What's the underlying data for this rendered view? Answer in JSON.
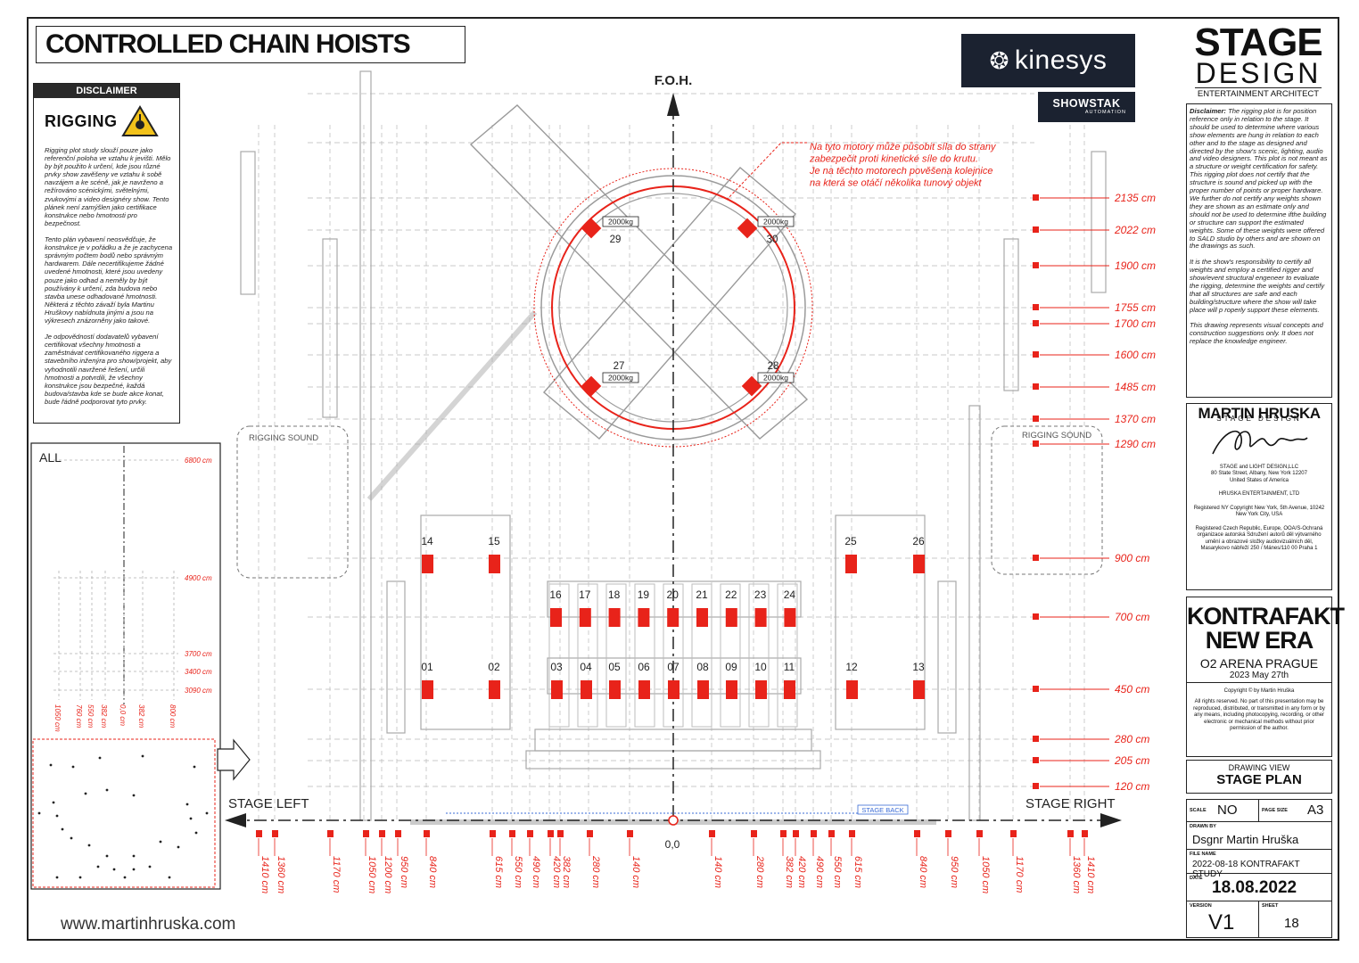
{
  "title": "CONTROLLED CHAIN HOISTS",
  "disclaimer": {
    "header": "DISCLAIMER",
    "rigging_label": "RIGGING",
    "text": "Rigging plot study slouží pouze jako referenční poloha ve vztahu k jevišti. Mělo by být použito k určení, kde jsou různé prvky show zavěšeny ve vztahu k sobě navzájem a ke scéně, jak je navrženo a režírováno scénickými, světelnými, zvukovými a video designéry show. Tento plánek není zamýšlen jako certifikace konstrukce nebo hmotnosti pro bezpečnost.\n\nTento plán vybavení neosvědčuje, že konstrukce je v pořádku a že je zachycena správným počtem bodů nebo správným hardwarem. Dále necertifikujeme žádné uvedené hmotnosti, které jsou uvedeny pouze jako odhad a neměly by být používány k určení, zda budova nebo stavba unese odhadované hmotnosti. Některá z těchto závaží byla Martinu Hruškovy nabídnuta jinými a jsou na výkresech znázorněny jako takové.\n\nJe odpovědností dodavatelů vybavení certifikovat všechny hmotnosti a zaměstnávat certifikovaného riggera a stavebního inženýra pro show/projekt, aby vyhodnotili navržené řešení, určili hmotnosti a potvrdili, že všechny konstrukce jsou bezpečné, každá budova/stavba kde se bude akce konat, bude řádně podporovat tyto prvky."
  },
  "logos": {
    "kinesys": "KINESYS",
    "showstak": "SHOWSTAK",
    "showstak_sub": "AUTOMATION",
    "stage": "STAGE",
    "design": "DESIGN",
    "entertainment": "ENTERTAINMENT ARCHITECT"
  },
  "right_disclaimer": {
    "lead": "Disclaimer:",
    "text": " The rigging plot is for position reference only in relation to the stage. It should be used to determine where various show elements are hung in relation to each other and to the stage as designed and directed by the show's scenic, lighting, audio and video designers. This plot is not meant as a structure or weight certification for safety.\nThis rigging plot does not certify that the structure is sound and picked up with the proper number of points or proper hardware. We further do not certify any weights shown they are shown as an estimate only and should not be used to determine ifthe building or structure can support the estimated weights. Some of these weights were offered to SALD studio by others and are shown on the drawings as such.\n\nIt is the show's responsibility to certify all weights and employ a certified rigger and show/event structural engeneer to evaluate the rigging, determine the weights and certify that all structures are safe and each building/structure where the show will take place will p roperly support these elements.\n\nThis drawing represents visual concepts and construction suggestions only. It does not replace the knowledge engineer."
  },
  "company": {
    "name": "MARTIN HRUSKA",
    "sub": "STAGE DESIGN",
    "l1": "STAGE and LIGHT DESIGN,LLC",
    "l2": "80 State Street, Albany, New York 12207",
    "l3": "United States of America",
    "l4": "HRUSKA ENTERTAINMENT, LTD",
    "l5": "Registered NY Copyright New York, 5th Avenue, 10242",
    "l6": "New York City, USA",
    "l7": "Registered Czech Republic, Europe, OOA/S-Ochraná organizace autorská Sdružení autorů děl výtvarného umění a obrazové složky audiovizuálních děl, Masarykovo nábřeží 250 / Mánes/110 00 Praha 1"
  },
  "project": {
    "t1": "KONTRAFAKT",
    "t2": "NEW ERA",
    "venue": "O2 ARENA PRAGUE",
    "date": "2023 May 27th",
    "copyright": "Copyright © by Martin Hruška",
    "rights": "All rights reserved. No part of this presentation may be reproduced, distributed, or transmitted in any form or by any means, including photocopying, recording, or other electronic or mechanical methods without prior permission of the author."
  },
  "view": {
    "label": "DRAWING VIEW",
    "value": "STAGE PLAN"
  },
  "meta": {
    "scale_label": "SCALE",
    "scale": "NO",
    "page_label": "PAGE SIZE",
    "page": "A3",
    "drawn_label": "DRAWN BY",
    "drawn": "Dsgnr Martin Hruška",
    "file_label": "FILE NAME",
    "file": "2022-08-18 KONTRAFAKT STUDY",
    "date_label": "DATE",
    "date": "18.08.2022",
    "version_label": "VERSION",
    "version": "V1",
    "sheet_label": "SHEET",
    "sheet": "18"
  },
  "url": "www.martinhruska.com",
  "plan": {
    "foh": "F.O.H.",
    "stage_left": "STAGE LEFT",
    "stage_right": "STAGE RIGHT",
    "stage_back": "STAGE BACK",
    "origin": "0,0",
    "rigging_sound": "RIGGING SOUND",
    "all": "ALL",
    "note": "Na tyto motory může působit síla do strany\nzabezpečit proti kinetické síle do krutu.\nJe na těchto motorech pověšena kolejnice\nna která se otáčí několika tunový objekt",
    "weight": "2000kg",
    "hoists_circle": [
      "29",
      "30",
      "27",
      "28"
    ],
    "hoists_row1": [
      "14",
      "15",
      "25",
      "26"
    ],
    "hoists_row2": [
      "16",
      "17",
      "18",
      "19",
      "20",
      "21",
      "22",
      "23",
      "24"
    ],
    "hoists_row3": [
      "01",
      "02",
      "03",
      "04",
      "05",
      "06",
      "07",
      "08",
      "09",
      "10",
      "11",
      "12",
      "13"
    ],
    "right_dims": [
      "2135 cm",
      "2022 cm",
      "1900 cm",
      "1755 cm",
      "1700 cm",
      "1600 cm",
      "1485 cm",
      "1370 cm",
      "1290 cm",
      "900 cm",
      "700 cm",
      "450 cm",
      "280 cm",
      "205 cm",
      "120 cm"
    ],
    "bottom_dims_left": [
      "1410 cm",
      "1360 cm",
      "1170 cm",
      "1050 cm",
      "1200 cm",
      "950 cm",
      "840 cm",
      "615 cm",
      "550 cm",
      "490 cm",
      "420 cm",
      "382 cm",
      "280 cm",
      "140 cm"
    ],
    "bottom_dims_right": [
      "140 cm",
      "280 cm",
      "382 cm",
      "420 cm",
      "490 cm",
      "550 cm",
      "615 cm",
      "840 cm",
      "950 cm",
      "1050 cm",
      "1170 cm",
      "1360 cm",
      "1410 cm"
    ],
    "mini_dims": [
      "6800 cm",
      "4900 cm",
      "3700 cm",
      "3400 cm",
      "3090 cm"
    ],
    "mini_bottom": [
      "1050 cm",
      "760 cm",
      "550 cm",
      "382 cm",
      "0,0 cm",
      "382 cm",
      "800 cm"
    ]
  }
}
